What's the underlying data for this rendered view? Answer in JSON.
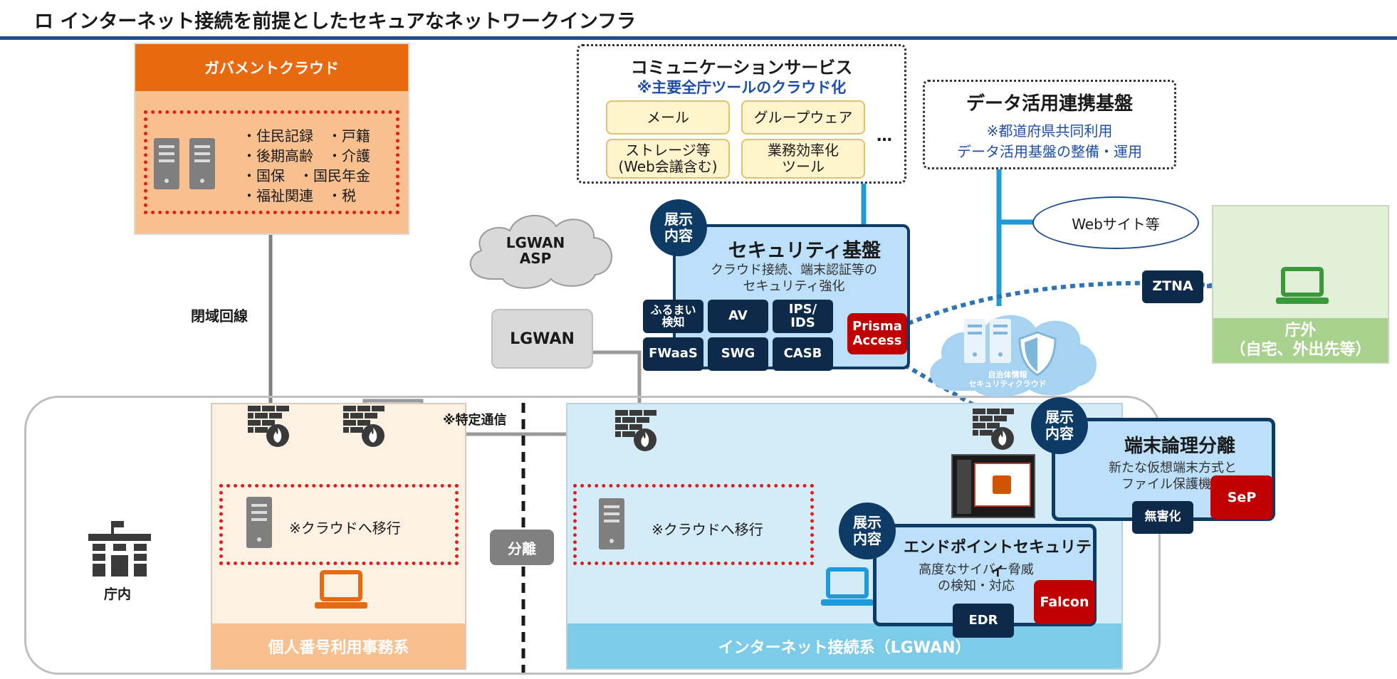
{
  "title": "ロ  インターネット接続を前提としたセキュアなネットワークインフラ",
  "gov_cloud": {
    "header": "ガバメントクラウド",
    "items": [
      "・住民記録　・戸籍",
      "・後期高齢　・介護",
      "・国保　・国民年金",
      "・福祉関連　・税"
    ]
  },
  "closed_line_label": "閉域回線",
  "comm_services": {
    "title": "コミュニケーションサービス",
    "subtitle": "※主要全庁ツールのクラウド化",
    "items": [
      "メール",
      "グループウェア",
      "ストレージ等\n(Web会議含む)",
      "業務効率化\nツール"
    ],
    "ellipsis": "…"
  },
  "data_platform": {
    "title": "データ活用連携基盤",
    "line1": "※都道府県共同利用",
    "line2": "データ活用基盤の整備・運用"
  },
  "website_label": "Webサイト等",
  "lgwan_asp": "LGWAN\nASP",
  "lgwan": "LGWAN",
  "exhibit_badge": "展示\n内容",
  "security_platform": {
    "title": "セキュリティ基盤",
    "desc": "クラウド接続、端末認証等の\nセキュリティ強化",
    "chips": [
      "ふるまい\n検知",
      "AV",
      "IPS/\nIDS",
      "FWaaS",
      "SWG",
      "CASB"
    ],
    "prisma": "Prisma\nAccess"
  },
  "ztna": "ZTNA",
  "offsite": {
    "label": "庁外\n（自宅、外出先等）"
  },
  "sec_cloud_label": "自治体情報\nセキュリティクラウド",
  "specific_comm": "※特定通信",
  "separation": "分離",
  "migrate_label": "※クラウドへ移行",
  "office_label": "庁内",
  "mynumber_system": "個人番号利用事務系",
  "internet_system": "インターネット接続系（LGWAN）",
  "terminal_separation": {
    "title": "端末論理分離",
    "desc": "新たな仮想端末方式と\nファイル保護機能",
    "sanitize": "無害化",
    "product": "SeP"
  },
  "endpoint_security": {
    "title": "エンドポイントセキュリティ",
    "desc": "高度なサイバー脅威\nの検知・対応",
    "edr": "EDR",
    "product": "Falcon"
  },
  "colors": {
    "navy": "#1f4e8c",
    "orange_header": "#e86a10",
    "orange_fill": "#f9c08f",
    "light_blue": "#cfe9f5",
    "blue_box": "#bcdffa",
    "green": "#a9d18e",
    "red": "#c00000",
    "cyan_line": "#1e9ad8"
  },
  "icons": [
    "server-icon",
    "firewall-icon",
    "laptop-icon",
    "building-icon",
    "shield-icon",
    "cloud-icon"
  ]
}
